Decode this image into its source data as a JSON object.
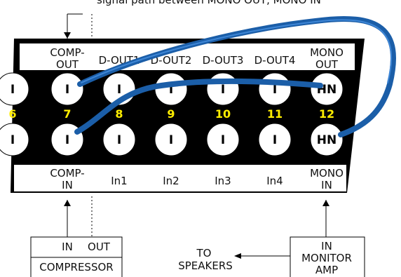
{
  "header_text": "signal path between MONO OUT, MONO IN",
  "top_labels": [
    [
      "COMP-",
      "OUT"
    ],
    [
      "D-OUT1"
    ],
    [
      "D-OUT2"
    ],
    [
      "D-OUT3"
    ],
    [
      "D-OUT4"
    ],
    [
      "MONO",
      "OUT"
    ]
  ],
  "bottom_labels": [
    [
      "COMP-",
      "IN"
    ],
    [
      "In1"
    ],
    [
      "In2"
    ],
    [
      "In3"
    ],
    [
      "In4"
    ],
    [
      "MONO",
      "IN"
    ]
  ],
  "channel_numbers": [
    "6",
    "7",
    "8",
    "9",
    "10",
    "11",
    "12"
  ],
  "top_jacks": [
    "I",
    "I",
    "I",
    "I",
    "I",
    "I",
    "HN"
  ],
  "bottom_jacks": [
    "I",
    "I",
    "I",
    "I",
    "I",
    "I",
    "HN"
  ],
  "compressor": {
    "in_label": "IN",
    "out_label": "OUT",
    "name": "COMPRESSOR"
  },
  "monitor_amp": {
    "in_label": "IN",
    "line1": "MONITOR",
    "line2": "AMP"
  },
  "speakers": {
    "line1": "TO",
    "line2": "SPEAKERS"
  },
  "colors": {
    "panel": "#000000",
    "strip": "#ffffff",
    "numbers": "#ffee00",
    "cable": "#1b5ea8"
  }
}
